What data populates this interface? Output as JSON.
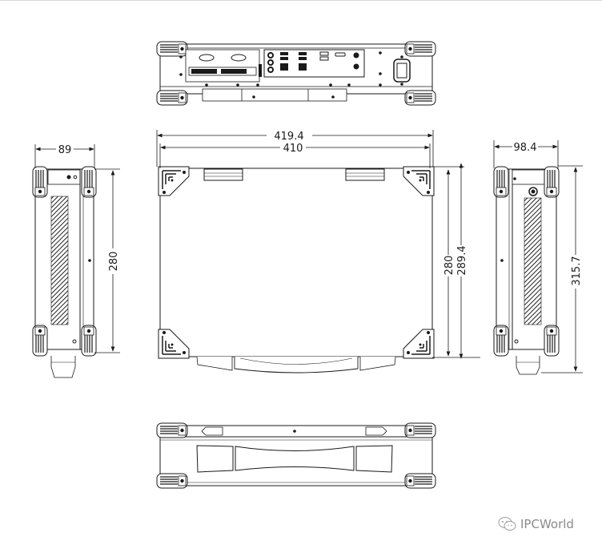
{
  "figure": {
    "type": "technical-dimension-drawing",
    "subject": "rugged portable computer chassis",
    "views": [
      {
        "name": "rear-view",
        "label": ""
      },
      {
        "name": "top-view",
        "label": ""
      },
      {
        "name": "left-side-view",
        "label": ""
      },
      {
        "name": "right-side-view",
        "label": ""
      },
      {
        "name": "front-view-handle",
        "label": ""
      }
    ]
  },
  "dimensions": {
    "top_overall_width": "419.4",
    "top_body_width": "410",
    "top_body_depth": "280",
    "top_overall_depth": "289.4",
    "left_width": "89",
    "left_depth": "280",
    "right_width": "98.4",
    "right_overall_depth": "315.7"
  },
  "units": "mm",
  "watermark": {
    "text": "IPCWorld",
    "icon": "wechat-icon"
  },
  "colors": {
    "line": "#1a1a1a",
    "background": "#ffffff",
    "watermark": "#8a8a8a"
  }
}
